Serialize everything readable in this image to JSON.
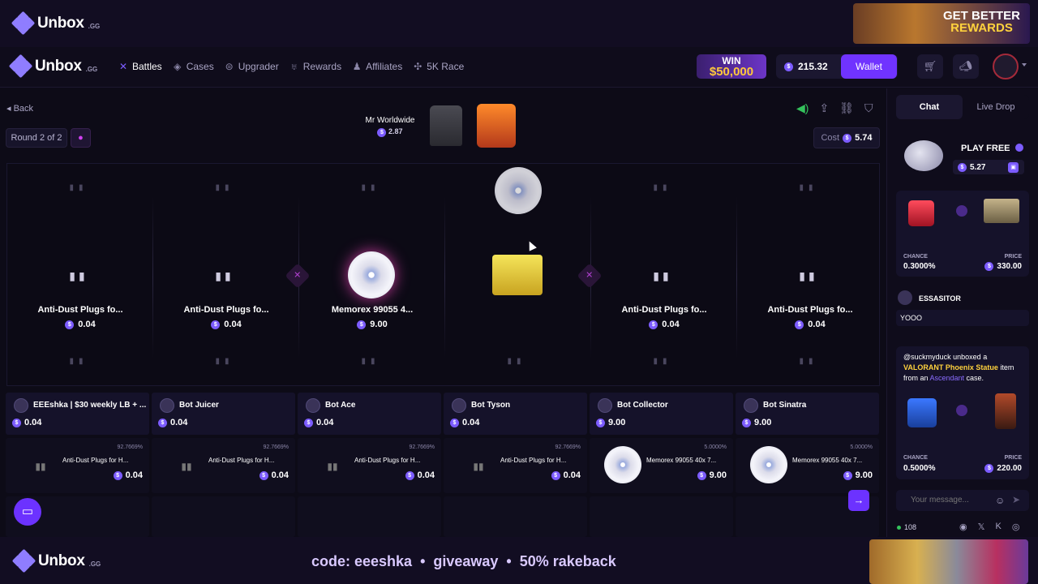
{
  "brand": {
    "name": "Unbox",
    "suffix": ".GG"
  },
  "promo_top": {
    "line1": "GET BETTER",
    "line2": "REWARDS"
  },
  "nav": {
    "items": [
      {
        "label": "Battles",
        "icon": "swords-icon",
        "active": true
      },
      {
        "label": "Cases",
        "icon": "cases-icon",
        "active": false
      },
      {
        "label": "Upgrader",
        "icon": "upgrader-icon",
        "active": false
      },
      {
        "label": "Rewards",
        "icon": "trophy-icon",
        "active": false
      },
      {
        "label": "Affiliates",
        "icon": "users-icon",
        "active": false
      },
      {
        "label": "5K Race",
        "icon": "race-icon",
        "active": false
      }
    ],
    "win_line1": "WIN",
    "win_line2": "$50,000",
    "balance": "215.32",
    "wallet_label": "Wallet"
  },
  "battle": {
    "back_label": "Back",
    "round_label": "Round 2 of 2",
    "case_name": "Mr Worldwide",
    "case_price": "2.87",
    "cost_label": "Cost",
    "cost_value": "5.74",
    "slots": [
      {
        "name": "Anti-Dust Plugs fo...",
        "price": "0.04",
        "kind": "plug"
      },
      {
        "name": "Anti-Dust Plugs fo...",
        "price": "0.04",
        "kind": "plug"
      },
      {
        "name": "Memorex 99055 4...",
        "price": "9.00",
        "kind": "disc"
      },
      {
        "name": "",
        "price": "",
        "kind": "spinning"
      },
      {
        "name": "Anti-Dust Plugs fo...",
        "price": "0.04",
        "kind": "plug"
      },
      {
        "name": "Anti-Dust Plugs fo...",
        "price": "0.04",
        "kind": "plug"
      }
    ]
  },
  "players": [
    {
      "name": "EEEshka | $30 weekly LB + ...",
      "total": "0.04"
    },
    {
      "name": "Bot Juicer",
      "total": "0.04"
    },
    {
      "name": "Bot Ace",
      "total": "0.04"
    },
    {
      "name": "Bot Tyson",
      "total": "0.04"
    },
    {
      "name": "Bot Collector",
      "total": "9.00"
    },
    {
      "name": "Bot Sinatra",
      "total": "9.00"
    }
  ],
  "drops": [
    {
      "chance": "92.7669%",
      "name": "Anti-Dust Plugs for H...",
      "price": "0.04",
      "kind": "plug"
    },
    {
      "chance": "92.7669%",
      "name": "Anti-Dust Plugs for H...",
      "price": "0.04",
      "kind": "plug"
    },
    {
      "chance": "92.7669%",
      "name": "Anti-Dust Plugs for H...",
      "price": "0.04",
      "kind": "plug"
    },
    {
      "chance": "92.7669%",
      "name": "Anti-Dust Plugs for H...",
      "price": "0.04",
      "kind": "plug"
    },
    {
      "chance": "5.0000%",
      "name": "Memorex 99055 40x 7...",
      "price": "9.00",
      "kind": "disc"
    },
    {
      "chance": "5.0000%",
      "name": "Memorex 99055 40x 7...",
      "price": "9.00",
      "kind": "disc"
    }
  ],
  "sidebar": {
    "tab_chat": "Chat",
    "tab_live": "Live Drop",
    "play_free_title": "PLAY FREE",
    "play_free_amount": "5.27",
    "drop1": {
      "chance_label": "CHANCE",
      "chance": "0.3000%",
      "price_label": "PRICE",
      "price": "330.00"
    },
    "message": {
      "user": "ESSASITOR",
      "text": "YOOO"
    },
    "unbox": {
      "user": "@suckmyduck",
      "text1": " unboxed a ",
      "item": "VALORANT Phoenix Statue",
      "text2": " item from an ",
      "case": "Ascendant",
      "text3": " case.",
      "chance_label": "CHANCE",
      "chance": "0.5000%",
      "price_label": "PRICE",
      "price": "220.00"
    },
    "input_placeholder": "Your message...",
    "online": "108"
  },
  "footer": {
    "code_text": "code: eeeshka  •  giveaway  •  50% rakeback"
  },
  "colors": {
    "accent": "#7033ff",
    "gold": "#ffd23d",
    "green": "#34c25c"
  }
}
